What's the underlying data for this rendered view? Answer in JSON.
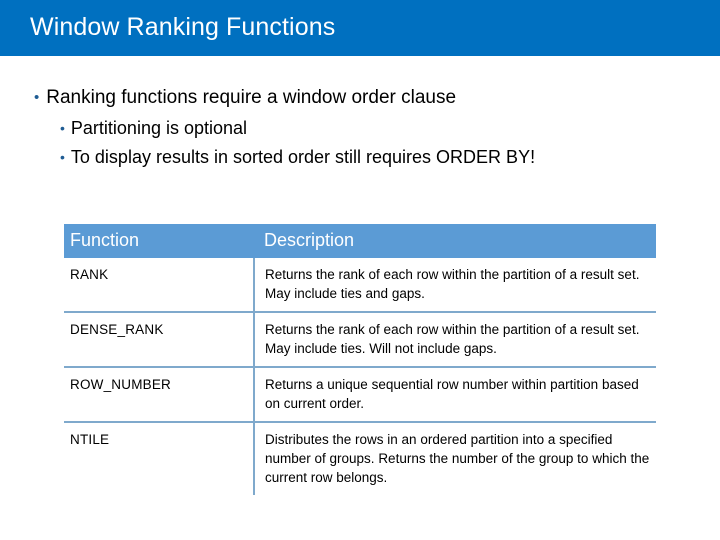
{
  "slide": {
    "title": "Window Ranking Functions",
    "title_bar_color": "#0070C0",
    "bullet_marker": "•",
    "bullet_marker_color": "#1F5C93",
    "bullets": [
      {
        "level": 1,
        "text": "Ranking functions require a window order clause"
      },
      {
        "level": 2,
        "text": "Partitioning is optional"
      },
      {
        "level": 2,
        "text": "To display results in sorted order still requires ORDER BY!"
      }
    ]
  },
  "table": {
    "header_color": "#5B9BD5",
    "border_color": "#7FA9CC",
    "columns": [
      "Function",
      "Description"
    ],
    "rows": [
      {
        "function": "RANK",
        "description": "Returns the rank of each row within the partition of a result set. May include ties and gaps."
      },
      {
        "function": "DENSE_RANK",
        "description": "Returns the rank of each row within the partition of a result set. May include ties. Will not include gaps."
      },
      {
        "function": "ROW_NUMBER",
        "description": "Returns a unique sequential row number within partition based on current order."
      },
      {
        "function": "NTILE",
        "description": "Distributes the rows in an ordered partition into a specified number of groups. Returns the number of the group to which the current row belongs."
      }
    ]
  }
}
